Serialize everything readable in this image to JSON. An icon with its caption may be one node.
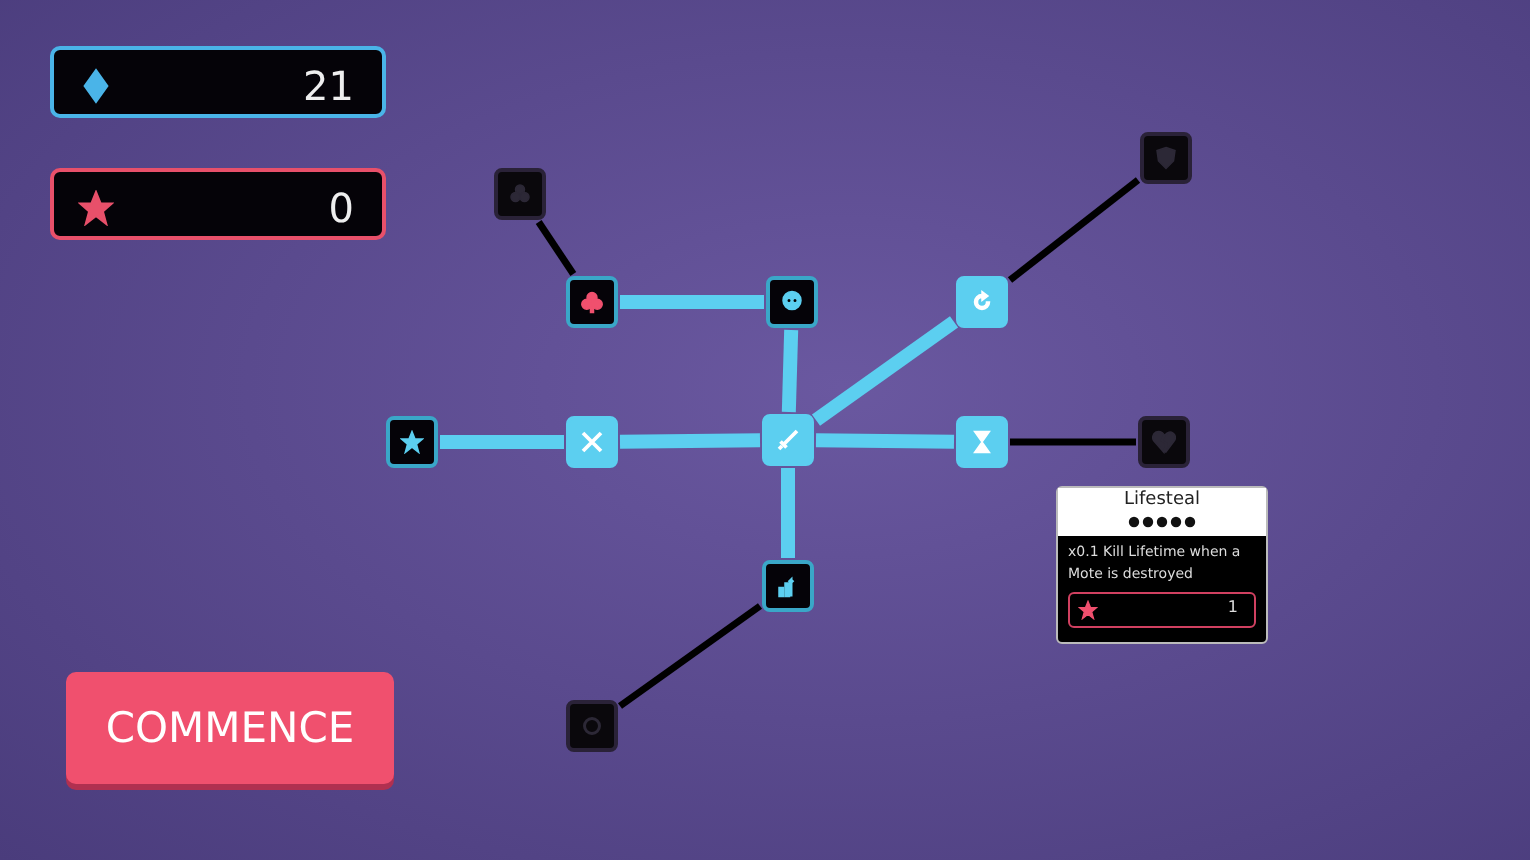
{
  "diagram": {
    "nodes": [
      {
        "text": [
          "21"
        ]
      },
      {
        "text": [
          "0"
        ]
      },
      {
        "text": [],
        "shape": "box"
      },
      {
        "text": [],
        "shape": "box"
      },
      {
        "text": [],
        "shape": "box"
      },
      {
        "text": [],
        "shape": "box"
      },
      {
        "text": [],
        "shape": "box"
      },
      {
        "text": [],
        "shape": "box"
      },
      {
        "text": [],
        "shape": "box"
      },
      {
        "text": [],
        "shape": "box"
      },
      {
        "text": [],
        "shape": "box"
      },
      {
        "text": [],
        "shape": "box"
      },
      {
        "text": [
          "Lifesteal",
          "x0.1 Kill Lifetime when a Mote is destroyed",
          "1"
        ]
      },
      {
        "text": [],
        "shape": "box"
      },
      {
        "text": [],
        "shape": "box"
      },
      {
        "text": [
          "COMMENCE"
        ]
      }
    ],
    "edges": [
      {
        "from": 2,
        "to": 4,
        "arrow": "none",
        "color": "#000000"
      },
      {
        "from": 4,
        "to": 5,
        "arrow": "none"
      },
      {
        "from": 5,
        "to": 9,
        "arrow": "none"
      },
      {
        "from": 6,
        "to": 9,
        "arrow": "none"
      },
      {
        "from": 6,
        "to": 3,
        "arrow": "none",
        "color": "#000000"
      },
      {
        "from": 7,
        "to": 8,
        "arrow": "none"
      },
      {
        "from": 8,
        "to": 9,
        "arrow": "none"
      },
      {
        "from": 9,
        "to": 10,
        "arrow": "none"
      },
      {
        "from": 10,
        "to": 11,
        "arrow": "none",
        "color": "#000000"
      },
      {
        "from": 9,
        "to": 13,
        "arrow": "none"
      },
      {
        "from": 13,
        "to": 14,
        "arrow": "none",
        "color": "#000000"
      }
    ]
  }
}
